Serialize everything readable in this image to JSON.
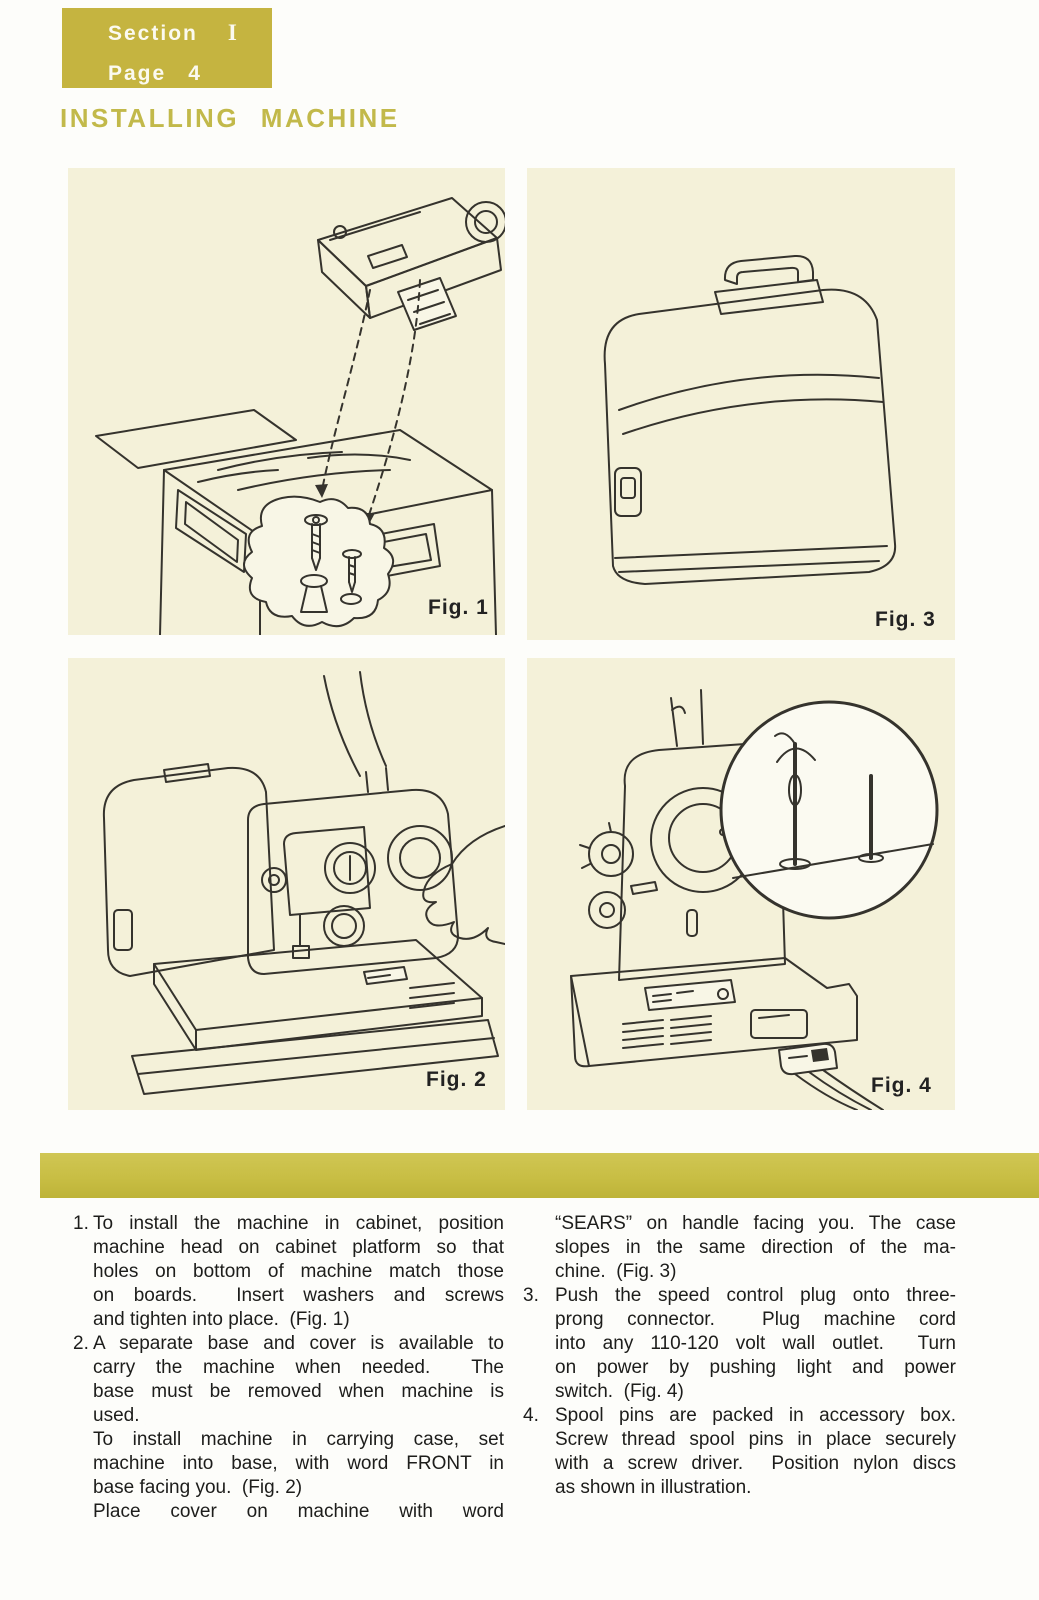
{
  "badge": {
    "section_label": "Section",
    "section_value": "I",
    "page_label": "Page",
    "page_value": "4"
  },
  "title": "INSTALLING MACHINE",
  "figures": [
    {
      "label": "Fig. 1",
      "description": "machine head positioned over cabinet platform with washers and screws"
    },
    {
      "label": "Fig. 3",
      "description": "carrying case cover with handle"
    },
    {
      "label": "Fig. 2",
      "description": "machine being set into carrying base by hand"
    },
    {
      "label": "Fig. 4",
      "description": "rear of machine with speed control plug and inset of spool pins"
    }
  ],
  "colors": {
    "badge_olive": "#c5b440",
    "band_olive": "#c8be44",
    "panel_cream": "#f4f1d9",
    "title_olive": "#c2b94a",
    "text_black": "#1d1d1b"
  },
  "instructions": {
    "left_column": [
      {
        "num": "1.",
        "text": "To install the machine in cabinet, position",
        "just": true
      },
      {
        "num": "",
        "text": "machine head on cabinet platform so that",
        "just": true
      },
      {
        "num": "",
        "text": "holes on bottom of machine match those",
        "just": true
      },
      {
        "num": "",
        "text": "on boards.  Insert washers and screws",
        "just": true
      },
      {
        "num": "",
        "text": "and tighten into place.  (Fig. 1)",
        "just": false
      },
      {
        "num": "2.",
        "text": "A separate base and cover is available to",
        "just": true
      },
      {
        "num": "",
        "text": "carry the machine when needed.  The",
        "just": true
      },
      {
        "num": "",
        "text": "base must be removed when machine is",
        "just": true
      },
      {
        "num": "",
        "text": "used.",
        "just": false
      },
      {
        "num": "",
        "text": "To install machine in carrying case, set",
        "just": true
      },
      {
        "num": "",
        "text": "machine into base, with word FRONT in",
        "just": true
      },
      {
        "num": "",
        "text": "base facing you.  (Fig. 2)",
        "just": false
      },
      {
        "num": "",
        "text": "Place cover on machine with word",
        "just": true
      }
    ],
    "right_column": [
      {
        "num": "",
        "text": "“SEARS” on handle facing you. The case",
        "just": true
      },
      {
        "num": "",
        "text": "slopes in the same direction of the ma-",
        "just": true
      },
      {
        "num": "",
        "text": "chine.  (Fig. 3)",
        "just": false
      },
      {
        "num": "3.",
        "text": "Push the speed control plug onto three-",
        "just": true
      },
      {
        "num": "",
        "text": "prong connector.  Plug machine cord",
        "just": true
      },
      {
        "num": "",
        "text": "into any 110-120 volt wall outlet.  Turn",
        "just": true
      },
      {
        "num": "",
        "text": "on power by pushing light and power",
        "just": true
      },
      {
        "num": "",
        "text": "switch.  (Fig. 4)",
        "just": false
      },
      {
        "num": "4.",
        "text": "Spool pins are packed in accessory box.",
        "just": true
      },
      {
        "num": "",
        "text": "Screw thread spool pins in place securely",
        "just": true
      },
      {
        "num": "",
        "text": "with a screw driver.  Position nylon discs",
        "just": true
      },
      {
        "num": "",
        "text": "as shown in illustration.",
        "just": false
      }
    ]
  }
}
